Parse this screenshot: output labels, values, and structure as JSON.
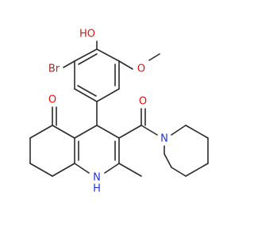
{
  "molecule": {
    "atom_labels": {
      "hydroxyl": "HO",
      "bromo": "Br",
      "methoxy_o": "O",
      "ketone_o": "O",
      "amide_o": "O",
      "piperidine_n": "N",
      "ring_nh": "H",
      "ring_n": "N"
    },
    "colors": {
      "bond": "#2b2b2b",
      "oxygen": "#e8120d",
      "bromine": "#a5282a",
      "nitrogen": "#2233dd"
    }
  }
}
